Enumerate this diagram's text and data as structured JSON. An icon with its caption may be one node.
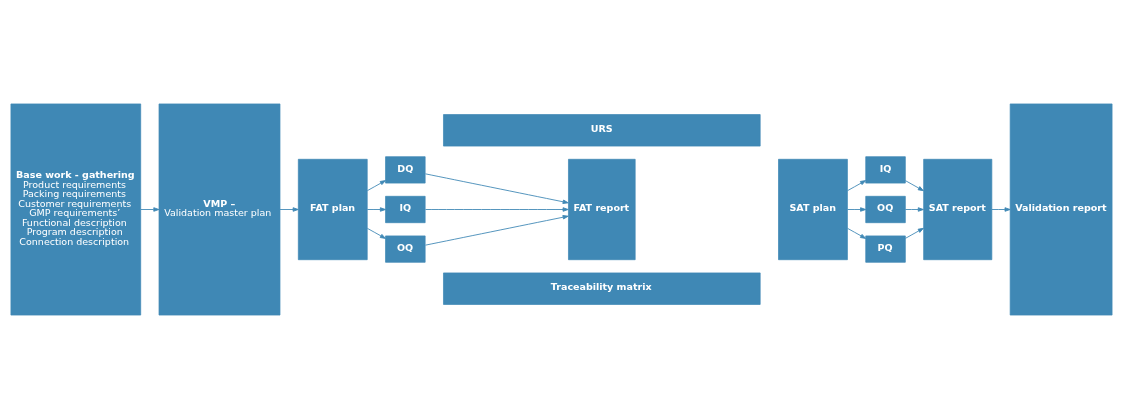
{
  "diagram": {
    "nodes": [
      {
        "text": [
          "Base work - gathering",
          "Product requirements",
          "Packing requirements",
          "Customer requirements",
          "GMP requirements’",
          "Functional description",
          "Program description",
          "Connection description"
        ]
      },
      {
        "text": [
          "VMP –",
          "Validation master plan"
        ]
      },
      {
        "text": [
          "URS"
        ]
      },
      {
        "text": [
          "FAT plan"
        ]
      },
      {
        "text": [
          "DQ"
        ]
      },
      {
        "text": [
          "IQ"
        ]
      },
      {
        "text": [
          "OQ"
        ]
      },
      {
        "text": [
          "FAT report"
        ]
      },
      {
        "text": [
          "SAT plan"
        ]
      },
      {
        "text": [
          "IQ"
        ]
      },
      {
        "text": [
          "OQ"
        ]
      },
      {
        "text": [
          "PQ"
        ]
      },
      {
        "text": [
          "SAT report"
        ]
      },
      {
        "text": [
          "Traceability matrix"
        ]
      },
      {
        "text": [
          "Validation report"
        ]
      }
    ],
    "edges": [
      {
        "from": 0,
        "to": 1,
        "arrow": "to"
      },
      {
        "from": 1,
        "to": 3,
        "arrow": "to"
      },
      {
        "from": 3,
        "to": 4,
        "arrow": "to"
      },
      {
        "from": 3,
        "to": 5,
        "arrow": "to"
      },
      {
        "from": 3,
        "to": 6,
        "arrow": "to"
      },
      {
        "from": 4,
        "to": 7,
        "arrow": "to"
      },
      {
        "from": 5,
        "to": 7,
        "arrow": "to"
      },
      {
        "from": 6,
        "to": 7,
        "arrow": "to"
      },
      {
        "from": 8,
        "to": 9,
        "arrow": "to"
      },
      {
        "from": 8,
        "to": 10,
        "arrow": "to"
      },
      {
        "from": 8,
        "to": 11,
        "arrow": "to"
      },
      {
        "from": 9,
        "to": 12,
        "arrow": "to"
      },
      {
        "from": 10,
        "to": 12,
        "arrow": "to"
      },
      {
        "from": 11,
        "to": 12,
        "arrow": "to"
      },
      {
        "from": 12,
        "to": 14,
        "arrow": "to"
      }
    ]
  }
}
